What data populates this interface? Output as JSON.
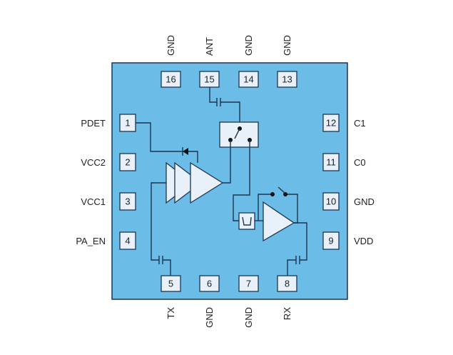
{
  "colors": {
    "package_fill": "#6bbde8",
    "outline": "#1d3550",
    "pin_fill": "#e8f1f9"
  },
  "pins": {
    "p1": {
      "number": "1",
      "label": "PDET"
    },
    "p2": {
      "number": "2",
      "label": "VCC2"
    },
    "p3": {
      "number": "3",
      "label": "VCC1"
    },
    "p4": {
      "number": "4",
      "label": "PA_EN"
    },
    "p5": {
      "number": "5",
      "label": "TX"
    },
    "p6": {
      "number": "6",
      "label": "GND"
    },
    "p7": {
      "number": "7",
      "label": "GND"
    },
    "p8": {
      "number": "8",
      "label": "RX"
    },
    "p9": {
      "number": "9",
      "label": "VDD"
    },
    "p10": {
      "number": "10",
      "label": "GND"
    },
    "p11": {
      "number": "11",
      "label": "C0"
    },
    "p12": {
      "number": "12",
      "label": "C1"
    },
    "p13": {
      "number": "13",
      "label": "GND"
    },
    "p14": {
      "number": "14",
      "label": "GND"
    },
    "p15": {
      "number": "15",
      "label": "ANT"
    },
    "p16": {
      "number": "16",
      "label": "GND"
    }
  }
}
